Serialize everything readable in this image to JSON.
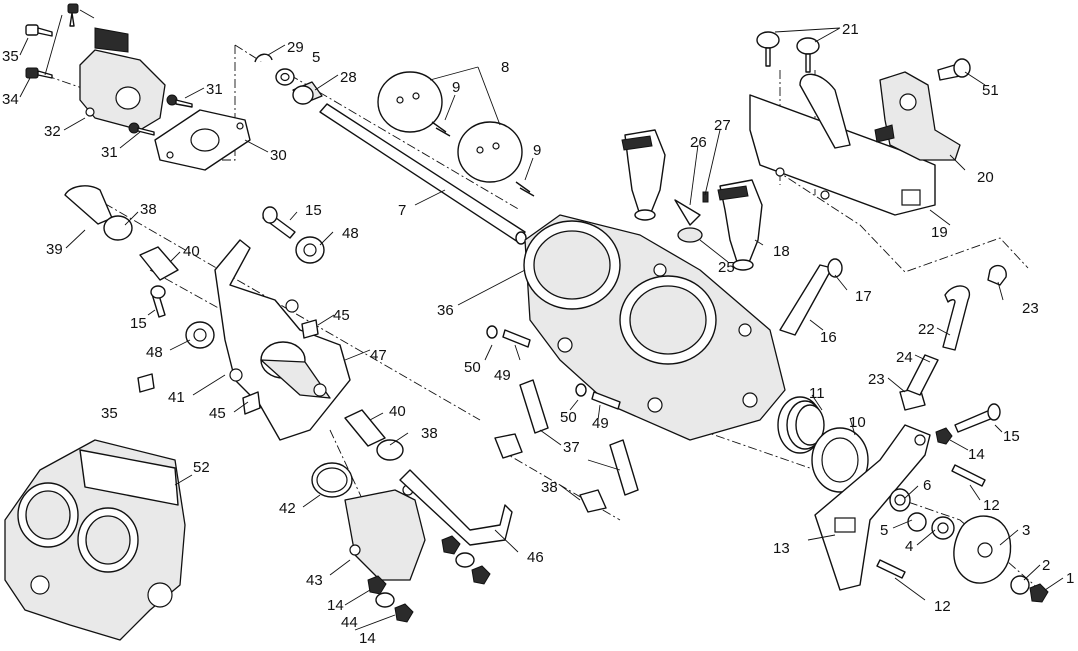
{
  "diagram": {
    "callouts": [
      {
        "id": "c1",
        "label": "1"
      },
      {
        "id": "c2",
        "label": "2"
      },
      {
        "id": "c3",
        "label": "3"
      },
      {
        "id": "c4",
        "label": "4"
      },
      {
        "id": "c5a",
        "label": "5"
      },
      {
        "id": "c5b",
        "label": "5"
      },
      {
        "id": "c6",
        "label": "6"
      },
      {
        "id": "c7",
        "label": "7"
      },
      {
        "id": "c8",
        "label": "8"
      },
      {
        "id": "c9a",
        "label": "9"
      },
      {
        "id": "c9b",
        "label": "9"
      },
      {
        "id": "c10",
        "label": "10"
      },
      {
        "id": "c11",
        "label": "11"
      },
      {
        "id": "c12a",
        "label": "12"
      },
      {
        "id": "c12b",
        "label": "12"
      },
      {
        "id": "c13",
        "label": "13"
      },
      {
        "id": "c14a",
        "label": "14"
      },
      {
        "id": "c14b",
        "label": "14"
      },
      {
        "id": "c14c",
        "label": "14"
      },
      {
        "id": "c15a",
        "label": "15"
      },
      {
        "id": "c15b",
        "label": "15"
      },
      {
        "id": "c15c",
        "label": "15"
      },
      {
        "id": "c16",
        "label": "16"
      },
      {
        "id": "c17",
        "label": "17"
      },
      {
        "id": "c18",
        "label": "18"
      },
      {
        "id": "c19",
        "label": "19"
      },
      {
        "id": "c20",
        "label": "20"
      },
      {
        "id": "c21",
        "label": "21"
      },
      {
        "id": "c22",
        "label": "22"
      },
      {
        "id": "c23a",
        "label": "23"
      },
      {
        "id": "c23b",
        "label": "23"
      },
      {
        "id": "c24",
        "label": "24"
      },
      {
        "id": "c25",
        "label": "25"
      },
      {
        "id": "c26",
        "label": "26"
      },
      {
        "id": "c27",
        "label": "27"
      },
      {
        "id": "c28",
        "label": "28"
      },
      {
        "id": "c29",
        "label": "29"
      },
      {
        "id": "c30",
        "label": "30"
      },
      {
        "id": "c31a",
        "label": "31"
      },
      {
        "id": "c31b",
        "label": "31"
      },
      {
        "id": "c32",
        "label": "32"
      },
      {
        "id": "c34",
        "label": "34"
      },
      {
        "id": "c35a",
        "label": "35"
      },
      {
        "id": "c35b",
        "label": "35"
      },
      {
        "id": "c36",
        "label": "36"
      },
      {
        "id": "c37",
        "label": "37"
      },
      {
        "id": "c38a",
        "label": "38"
      },
      {
        "id": "c38b",
        "label": "38"
      },
      {
        "id": "c38c",
        "label": "38"
      },
      {
        "id": "c39",
        "label": "39"
      },
      {
        "id": "c40a",
        "label": "40"
      },
      {
        "id": "c40b",
        "label": "40"
      },
      {
        "id": "c41",
        "label": "41"
      },
      {
        "id": "c42",
        "label": "42"
      },
      {
        "id": "c43",
        "label": "43"
      },
      {
        "id": "c44",
        "label": "44"
      },
      {
        "id": "c45a",
        "label": "45"
      },
      {
        "id": "c45b",
        "label": "45"
      },
      {
        "id": "c46",
        "label": "46"
      },
      {
        "id": "c47",
        "label": "47"
      },
      {
        "id": "c48a",
        "label": "48"
      },
      {
        "id": "c48b",
        "label": "48"
      },
      {
        "id": "c49a",
        "label": "49"
      },
      {
        "id": "c49b",
        "label": "49"
      },
      {
        "id": "c50a",
        "label": "50"
      },
      {
        "id": "c50b",
        "label": "50"
      },
      {
        "id": "c51",
        "label": "51"
      },
      {
        "id": "c52",
        "label": "52"
      }
    ]
  }
}
